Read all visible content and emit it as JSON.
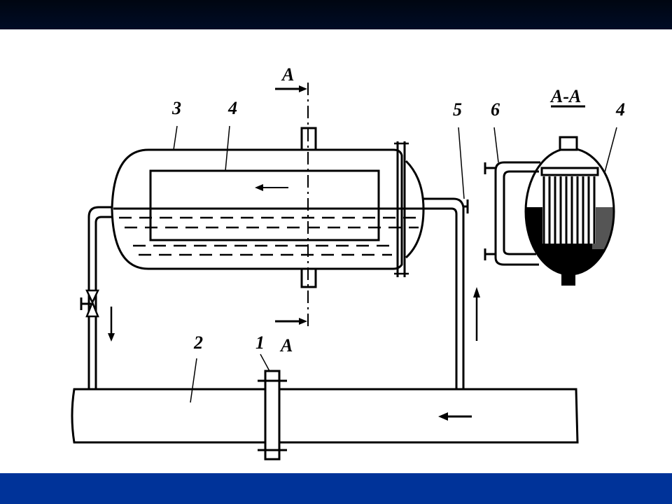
{
  "slide": {
    "header_bar_color": "#00091c",
    "footer_bar_color": "#003399"
  },
  "diagram": {
    "title": "",
    "section_label": "A-A",
    "cut_markers": {
      "top": "A",
      "bottom": "A"
    },
    "callouts": [
      {
        "id": "1",
        "label": "1",
        "part": "flange / orifice on main pipe"
      },
      {
        "id": "2",
        "label": "2",
        "part": "main pipeline"
      },
      {
        "id": "3",
        "label": "3",
        "part": "horizontal vessel shell"
      },
      {
        "id": "4",
        "label": "4",
        "part": "tube bundle (inner box)"
      },
      {
        "id": "5",
        "label": "5",
        "part": "outlet pipe"
      },
      {
        "id": "6",
        "label": "6",
        "part": "bypass/loop connection"
      },
      {
        "id": "4b",
        "label": "4",
        "part": "tube bundle in section A-A"
      }
    ],
    "flow_arrows": [
      {
        "name": "inner-flow-left",
        "direction": "left"
      },
      {
        "name": "downflow-left-pipe",
        "direction": "down"
      },
      {
        "name": "upflow-right-pipe",
        "direction": "up"
      },
      {
        "name": "main-pipe-flow",
        "direction": "left"
      }
    ]
  }
}
